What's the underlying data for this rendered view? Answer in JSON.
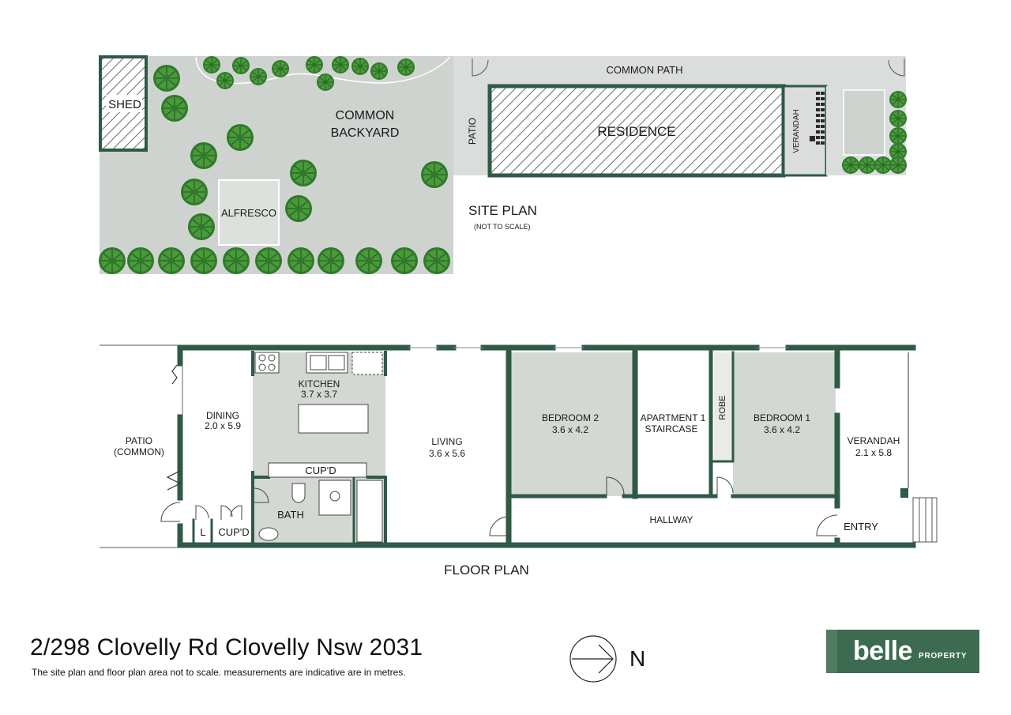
{
  "site_plan": {
    "title": "SITE PLAN",
    "subtitle": "(NOT TO SCALE)",
    "labels": {
      "shed": "SHED",
      "common_backyard_1": "COMMON",
      "common_backyard_2": "BACKYARD",
      "alfresco": "ALFRESCO",
      "common_path": "COMMON PATH",
      "patio": "PATIO",
      "residence": "RESIDENCE",
      "verandah": "VERANDAH"
    }
  },
  "floor_plan": {
    "title": "FLOOR PLAN",
    "rooms": {
      "patio_name": "PATIO",
      "patio_note": "(COMMON)",
      "dining_name": "DINING",
      "dining_size": "2.0 x 5.9",
      "kitchen_name": "KITCHEN",
      "kitchen_size": "3.7 x 3.7",
      "cupd": "CUP'D",
      "bath": "BATH",
      "laundry": "L",
      "cupd2": "CUP'D",
      "living_name": "LIVING",
      "living_size": "3.6 x 5.6",
      "bedroom2_name": "BEDROOM 2",
      "bedroom2_size": "3.6 x 4.2",
      "staircase_1": "APARTMENT 1",
      "staircase_2": "STAIRCASE",
      "robe": "ROBE",
      "bedroom1_name": "BEDROOM 1",
      "bedroom1_size": "3.6 x 4.2",
      "verandah_name": "VERANDAH",
      "verandah_size": "2.1 x 5.8",
      "hallway": "HALLWAY",
      "entry": "ENTRY"
    }
  },
  "footer": {
    "address": "2/298 Clovelly Rd Clovelly Nsw 2031",
    "disclaimer": "The site plan and floor plan area not to scale. measurements are indicative are in metres.",
    "north": "N",
    "brand": "belle",
    "brand_sub": "PROPERTY"
  },
  "colors": {
    "wall": "#2f5a45",
    "lawn": "#cfd3cf",
    "room_fill": "#d3d8d3",
    "tree": "#3f8a35",
    "brand_green": "#3d6b52"
  }
}
